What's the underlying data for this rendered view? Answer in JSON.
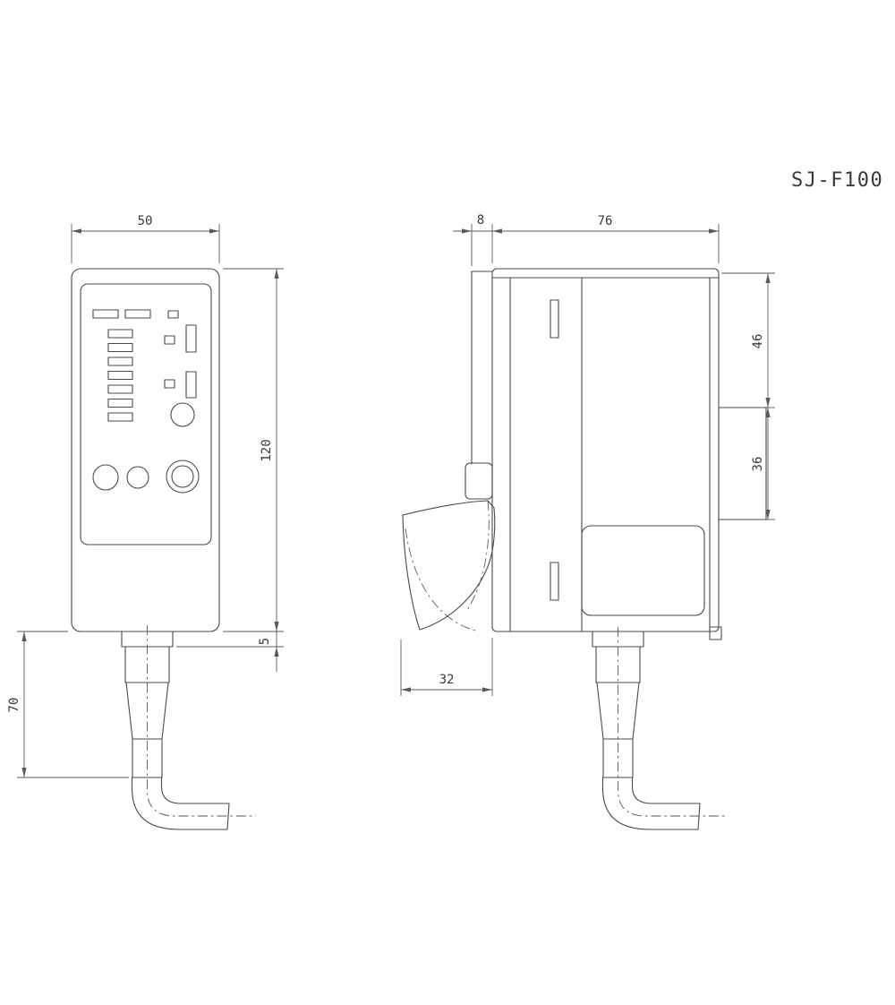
{
  "title": "SJ-F100",
  "colors": {
    "line": "#4a4a4a",
    "dimension": "#5a5a5a",
    "text": "#3a3a3a",
    "background": "#ffffff"
  },
  "dimensions": {
    "front_width_mm": "50",
    "front_height_mm": "120",
    "bottom_step_mm": "5",
    "connector_length_mm": "70",
    "bezel_depth_mm": "8",
    "body_depth_mm": "76",
    "upper_depth_mm": "46",
    "rail_mount_mm": "36",
    "hook_depth_mm": "32"
  }
}
